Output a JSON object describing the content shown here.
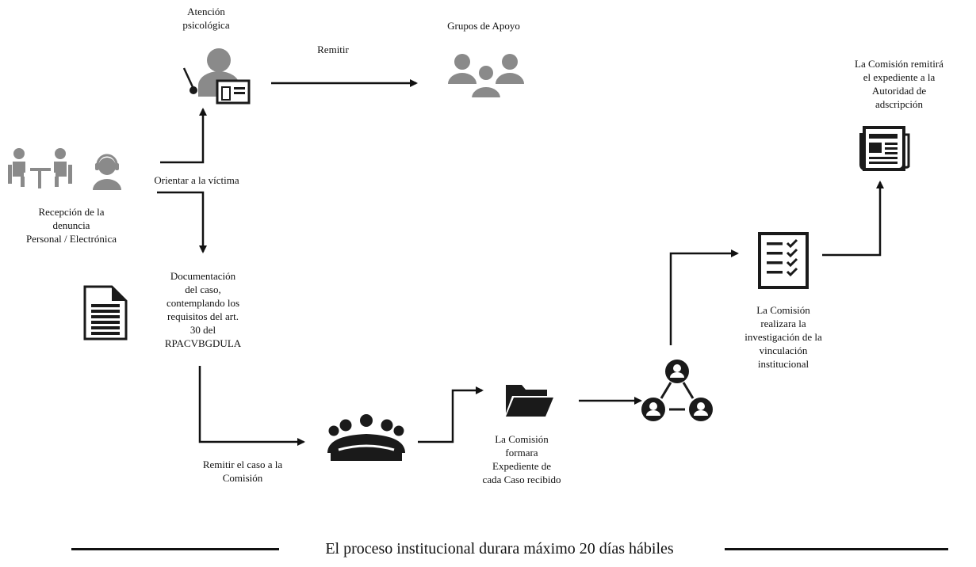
{
  "nodes": {
    "atencion": "Atención\npsicológica",
    "grupos": "Grupos de Apoyo",
    "remitir": "Remitir",
    "comision_remitira": "La Comisión remitirá\nel expediente a la\nAutoridad de\nadscripción",
    "orientar": "Orientar a la víctima",
    "recepcion": "Recepción de la\ndenuncia\nPersonal / Electrónica",
    "documentacion": "Documentación\ndel caso,\ncontemplando los\nrequisitos del art.\n30 del\nRPACVBGDULA",
    "investigacion": "La Comisión\nrealizara la\ninvestigación de la\nvinculación\ninstitucional",
    "remitir_caso": "Remitir el caso a la\nComisión",
    "expediente": "La Comisión\nformara\nExpediente de\ncada Caso recibido"
  },
  "footer": {
    "text": "El proceso institucional durara máximo 20 días hábiles"
  },
  "colors": {
    "gray_icon": "#8a8a8a",
    "dark_icon": "#1a1a1a",
    "line": "#111111"
  },
  "icons": {
    "reception_people": "meeting-desk-icon",
    "headset": "headset-operator-icon",
    "psych": "teacher-presentation-icon",
    "support": "support-group-icon",
    "document": "document-icon",
    "meeting": "meeting-table-icon",
    "folder": "folder-icon",
    "network": "people-network-icon",
    "checklist": "checklist-icon",
    "newspaper": "newspaper-icon"
  }
}
